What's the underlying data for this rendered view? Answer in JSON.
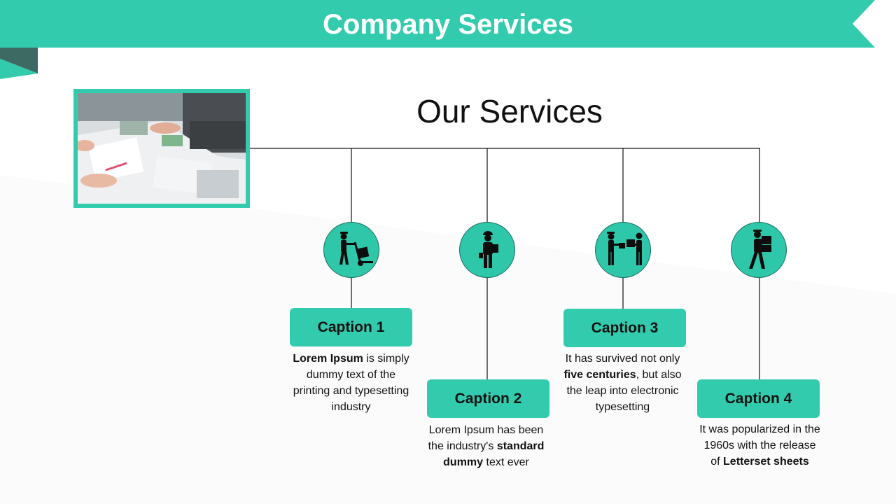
{
  "banner": {
    "title": "Company Services"
  },
  "heading": "Our Services",
  "colors": {
    "accent": "#33cbad",
    "accent_dark": "#1d6e5e",
    "text": "#111111"
  },
  "services": [
    {
      "icon": "delivery-hand-truck-icon",
      "caption": "Caption 1",
      "desc": {
        "pre": "",
        "bold": "Lorem Ipsum",
        "post": " is simply dummy text of the printing and typesetting industry"
      }
    },
    {
      "icon": "delivery-person-carrying-box-icon",
      "caption": "Caption 2",
      "desc": {
        "pre": "Lorem Ipsum has been the industry's ",
        "bold": "standard dummy",
        "post": " text ever"
      }
    },
    {
      "icon": "package-handover-icon",
      "caption": "Caption 3",
      "desc": {
        "pre": "It has survived not only ",
        "bold": "five centuries",
        "post": ", but also the leap into electronic typesetting"
      }
    },
    {
      "icon": "courier-walking-with-boxes-icon",
      "caption": "Caption 4",
      "desc": {
        "pre": "It was popularized in the 1960s with the release of ",
        "bold": "Letterset sheets",
        "post": ""
      }
    }
  ]
}
